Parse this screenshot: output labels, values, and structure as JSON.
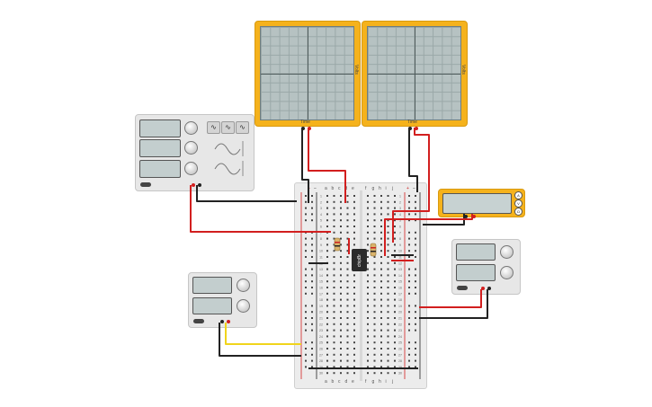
{
  "oscilloscopes": [
    {
      "x_label": "Time",
      "y_label": "Volts"
    },
    {
      "x_label": "Time",
      "y_label": "Volts"
    }
  ],
  "function_generator": {
    "waveforms": [
      "sine",
      "sine",
      "sine"
    ]
  },
  "breadboard": {
    "column_letters_left": [
      "a",
      "b",
      "c",
      "d",
      "e"
    ],
    "column_letters_right": [
      "f",
      "g",
      "h",
      "i",
      "j"
    ],
    "rail_plus": "+",
    "rail_minus": "−",
    "row_count": 30
  },
  "chip": {
    "label": "chipBr"
  },
  "multimeter": {
    "buttons": [
      "A",
      "V",
      "Ω"
    ]
  },
  "colors": {
    "wire_red": "#d21f1f",
    "wire_black": "#222222",
    "wire_yellow": "#f0d41c",
    "instrument_yellow": "#f5b21c"
  }
}
